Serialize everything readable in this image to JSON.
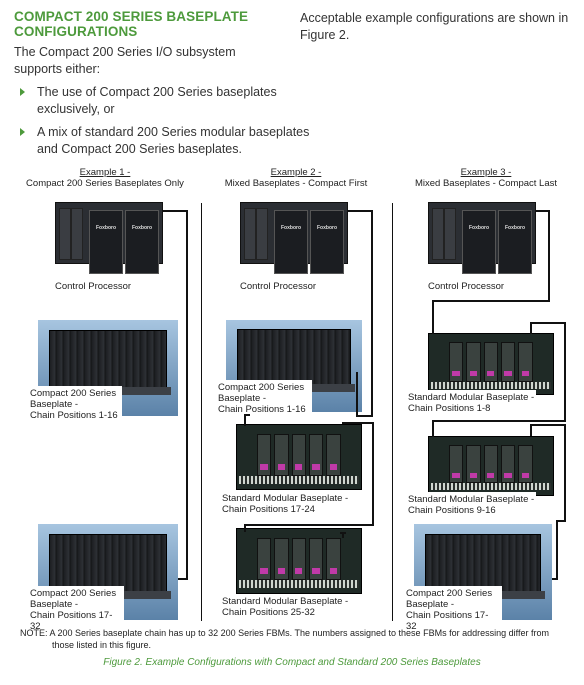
{
  "heading": {
    "line1": "COMPACT 200 SERIES BASEPLATE",
    "line2": "CONFIGURATIONS"
  },
  "intro": "The Compact 200 Series I/O subsystem supports either:",
  "bullets": [
    "The use of Compact 200 Series baseplates exclusively, or",
    "A mix of standard 200 Series modular baseplates and Compact 200 Series baseplates."
  ],
  "right_text": "Acceptable example configurations are shown in Figure 2.",
  "examples": [
    {
      "title": "Example 1 -",
      "subtitle": "Compact 200 Series Baseplates Only",
      "cp_label": "Control Processor",
      "base1": {
        "l1": "Compact 200 Series",
        "l2": "Baseplate -",
        "l3": "Chain Positions 1-16"
      },
      "base2": {
        "l1": "Compact 200 Series",
        "l2": "Baseplate -",
        "l3": "Chain Positions 17-32"
      }
    },
    {
      "title": "Example 2 -",
      "subtitle": "Mixed Baseplates - Compact First",
      "cp_label": "Control Processor",
      "base1": {
        "l1": "Compact 200 Series",
        "l2": "Baseplate -",
        "l3": "Chain Positions 1-16"
      },
      "base2": {
        "l1": "Standard Modular Baseplate -",
        "l2": "Chain Positions 17-24"
      },
      "base3": {
        "l1": "Standard Modular Baseplate -",
        "l2": "Chain Positions 25-32"
      }
    },
    {
      "title": "Example 3 -",
      "subtitle": "Mixed Baseplates - Compact Last",
      "cp_label": "Control Processor",
      "base1": {
        "l1": "Standard Modular Baseplate -",
        "l2": "Chain Positions 1-8"
      },
      "base2": {
        "l1": "Standard Modular Baseplate -",
        "l2": "Chain Positions 9-16"
      },
      "base3": {
        "l1": "Compact 200 Series",
        "l2": "Baseplate -",
        "l3": "Chain Positions 17-32"
      }
    }
  ],
  "device_brand": "Foxboro",
  "note": {
    "line1": "NOTE: A 200 Series baseplate chain has up to 32 200 Series FBMs. The numbers assigned to these FBMs for addressing differ from",
    "line2": "those listed in this figure."
  },
  "figure_caption": "Figure 2. Example Configurations with Compact and Standard 200 Series Baseplates",
  "colors": {
    "accent": "#4d9a3c",
    "wire": "#111111"
  }
}
